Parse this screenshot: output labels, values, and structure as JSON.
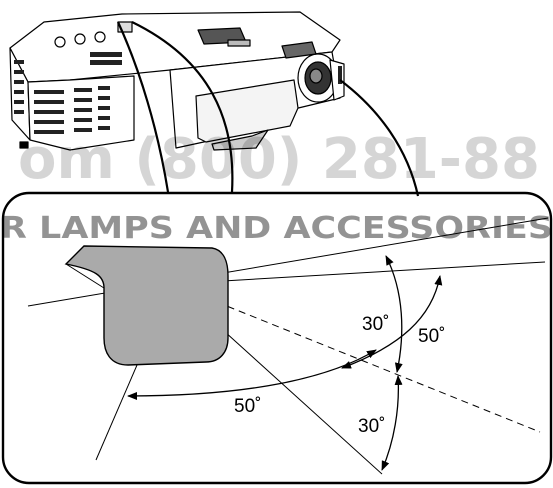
{
  "watermark": {
    "phone_fragment": "om (800) 281-88",
    "company_fragment": "R LAMPS AND ACCESSORIES"
  },
  "angles": {
    "upper_vertical": "30˚",
    "upper_horizontal": "50˚",
    "lower_horizontal": "50˚",
    "lower_vertical": "30˚"
  }
}
